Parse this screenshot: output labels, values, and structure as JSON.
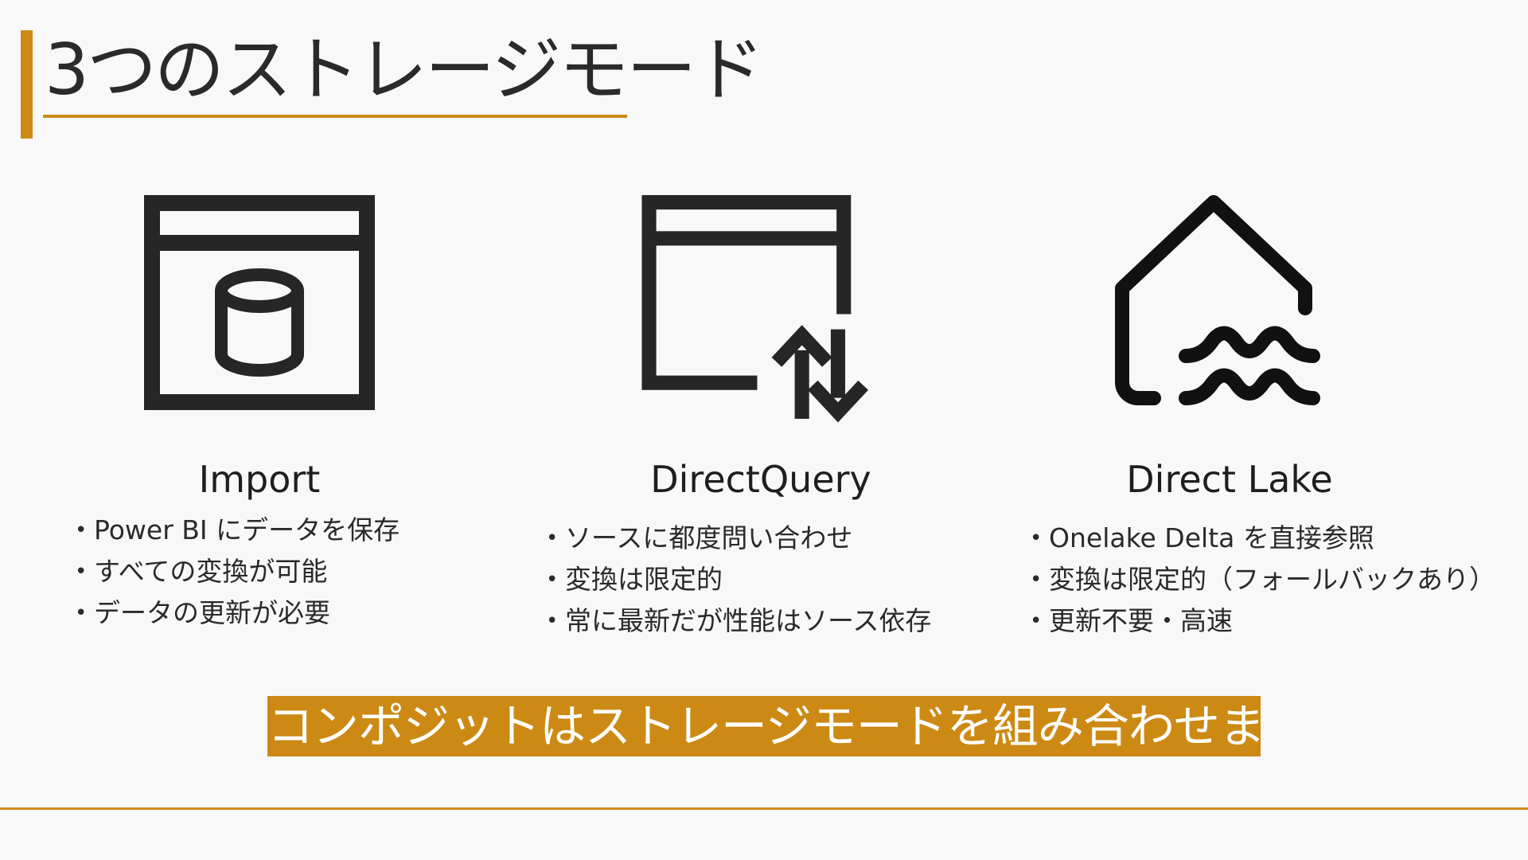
{
  "slide": {
    "title": "3つのストレージモード"
  },
  "modes": [
    {
      "name": "Import",
      "icon": "database-window-icon",
      "bullets": [
        "Power BI にデータを保存",
        "すべての変換が可能",
        "データの更新が必要"
      ]
    },
    {
      "name": "DirectQuery",
      "icon": "window-sync-arrows-icon",
      "bullets": [
        "ソースに都度問い合わせ",
        "変換は限定的",
        "常に最新だが性能はソース依存"
      ]
    },
    {
      "name": "Direct Lake",
      "icon": "lakehouse-icon",
      "bullets": [
        "Onelake Delta を直接参照",
        "変換は限定的（フォールバックあり）",
        "更新不要・高速"
      ]
    }
  ],
  "banner": {
    "text": "コンポジットはストレージモードを組み合わせます"
  },
  "colors": {
    "accent": "#cc8a14",
    "background": "#f8f8f8",
    "icon": "#262626",
    "text": "#2a2a2a"
  }
}
